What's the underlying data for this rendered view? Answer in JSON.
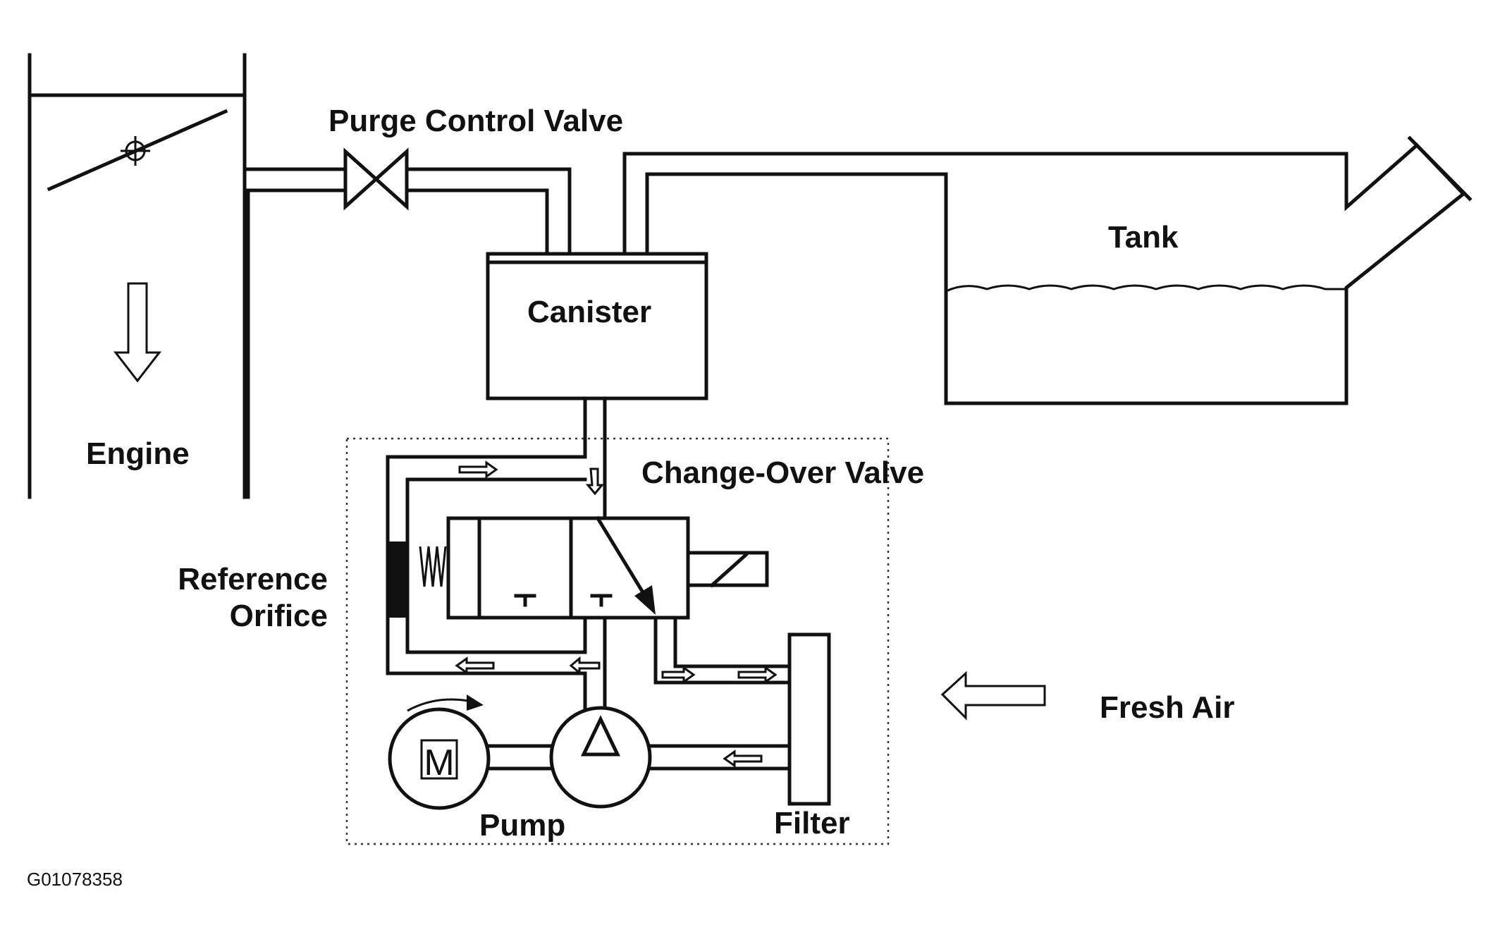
{
  "labels": {
    "purge_control_valve": "Purge Control Valve",
    "canister": "Canister",
    "tank": "Tank",
    "engine": "Engine",
    "change_over_valve": "Change-Over Valve",
    "reference_orifice_line1": "Reference",
    "reference_orifice_line2": "Orifice",
    "fresh_air": "Fresh Air",
    "pump": "Pump",
    "filter": "Filter",
    "motor_symbol": "M"
  },
  "figure_id": "G01078358",
  "colors": {
    "stroke": "#111111",
    "background": "#ffffff"
  },
  "icons": [
    "down-arrow-icon",
    "left-arrow-icon",
    "flow-arrow-icon",
    "rotation-arrow-icon",
    "spring-icon",
    "throttle-plate-icon"
  ]
}
